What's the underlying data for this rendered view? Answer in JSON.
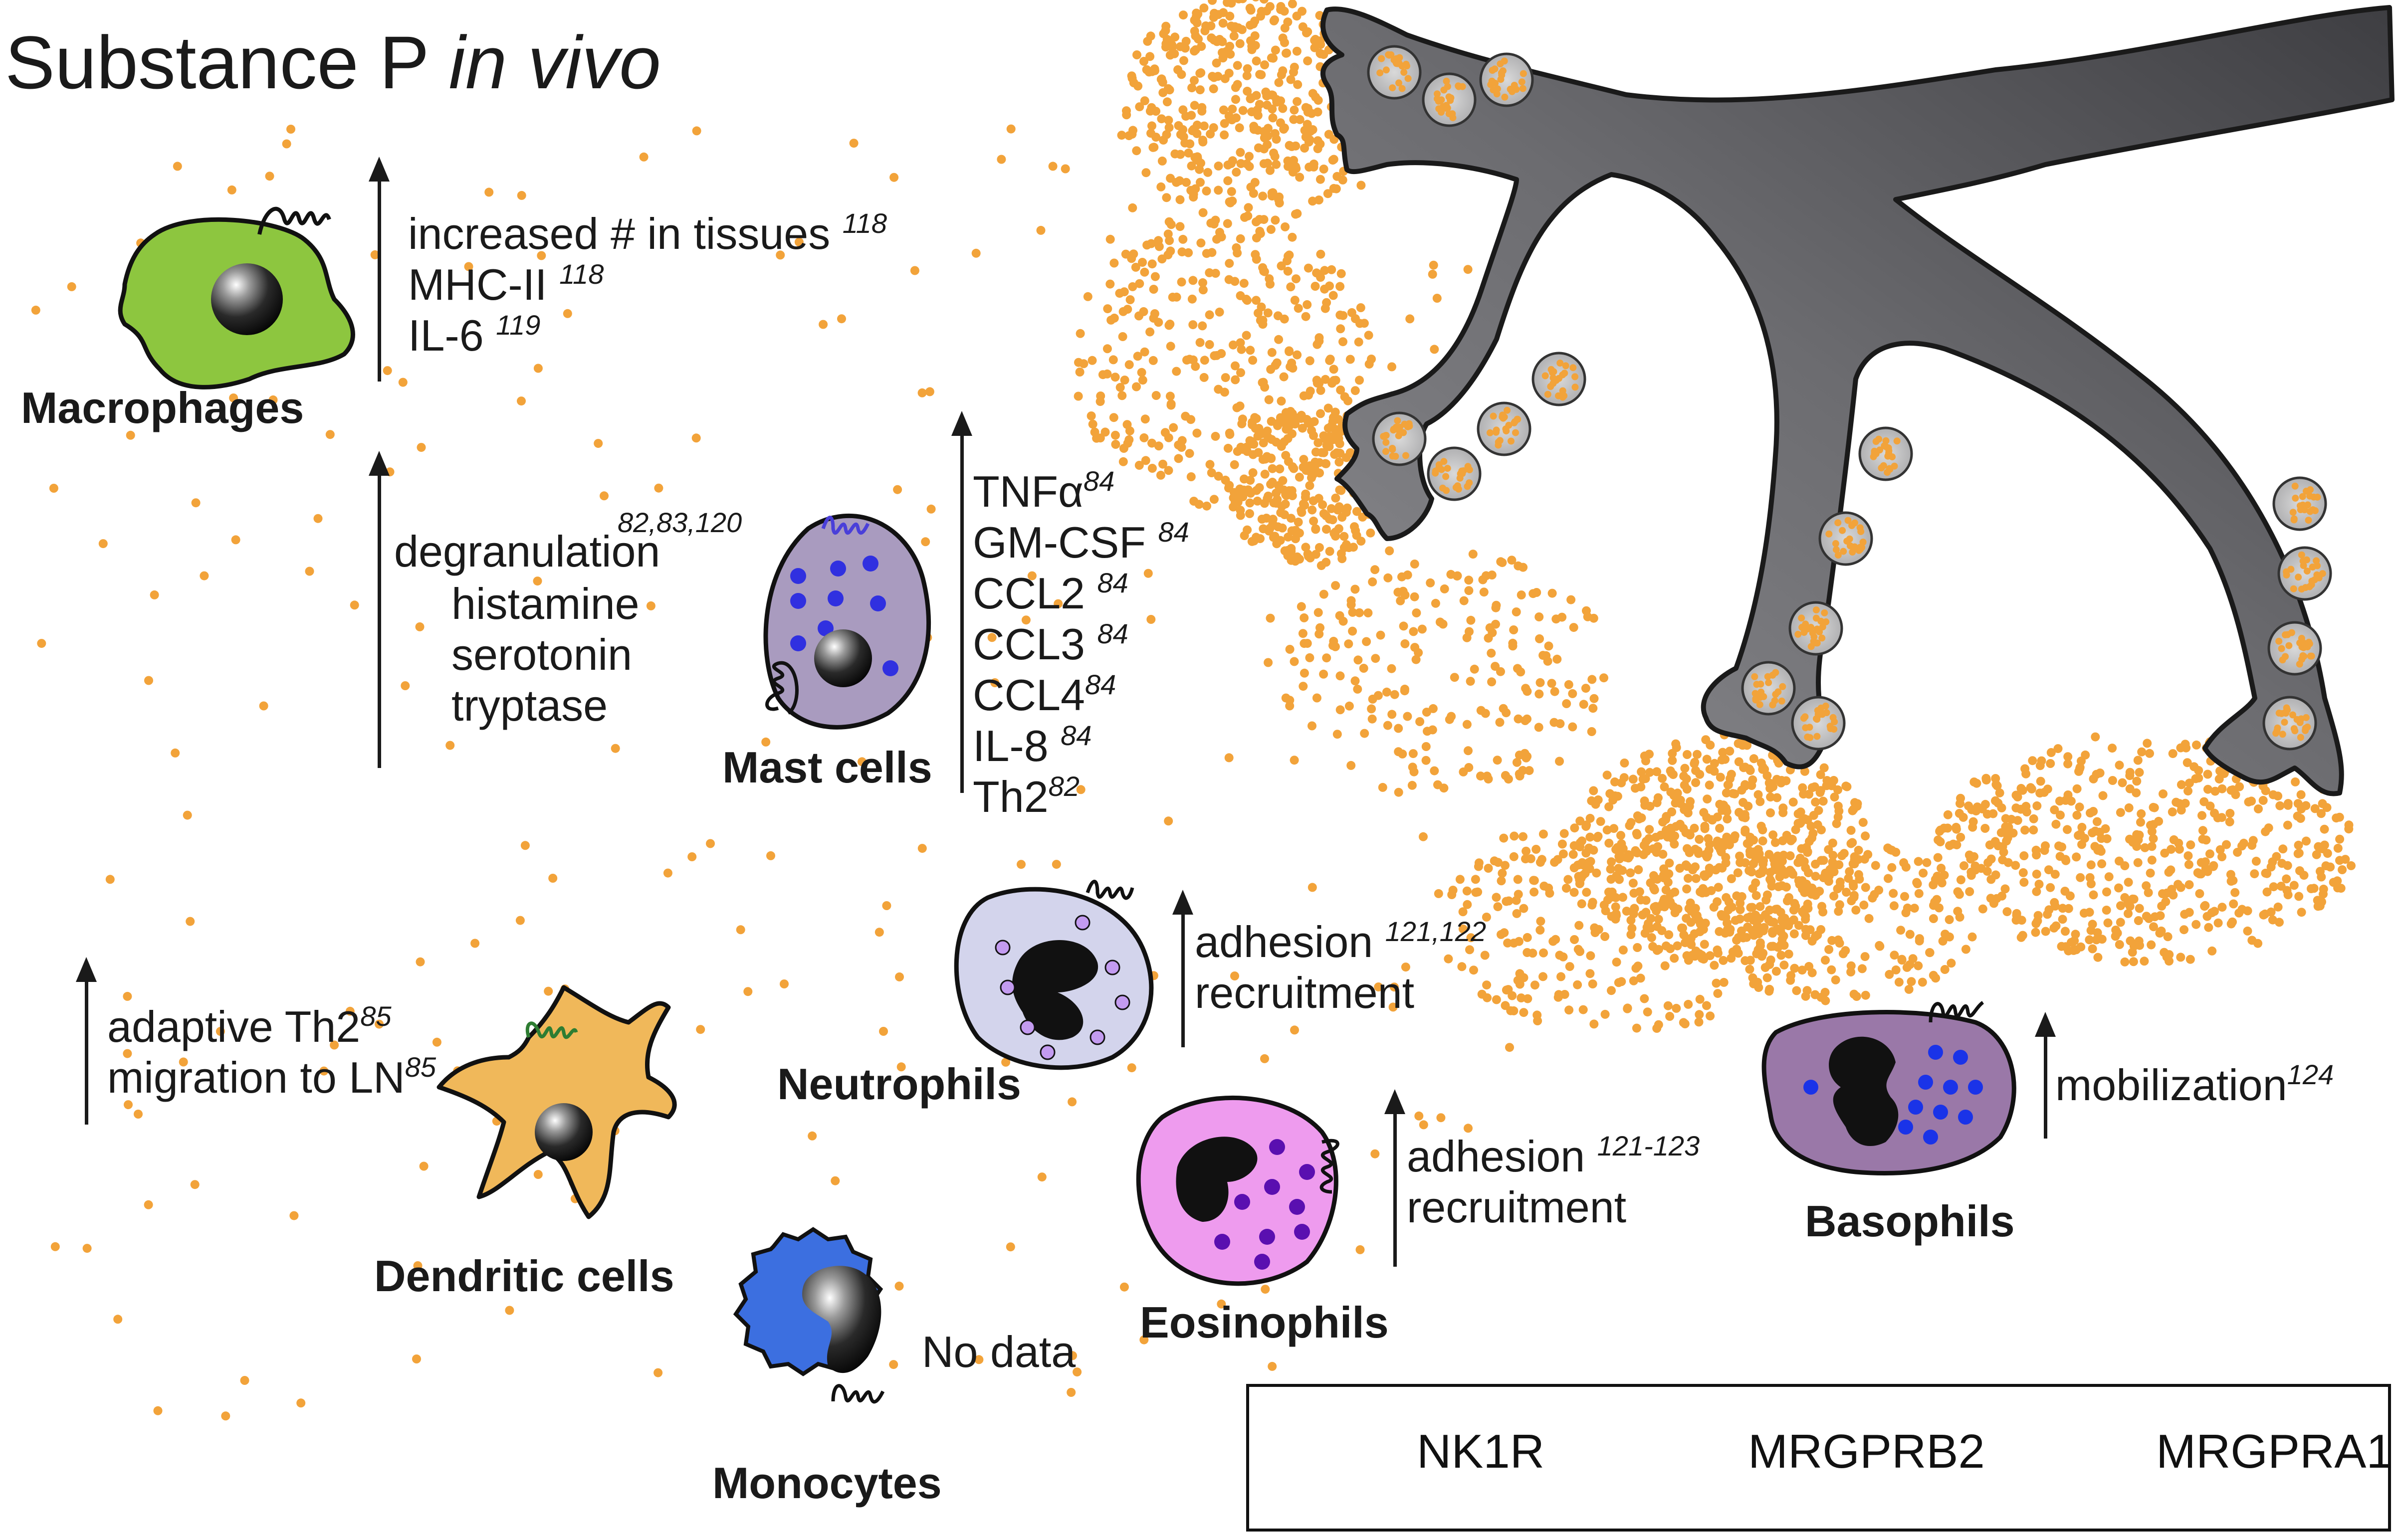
{
  "title": {
    "main": "Substance P",
    "italic": "in vivo"
  },
  "cells": {
    "macrophages": {
      "name": "Macrophages",
      "effects": [
        {
          "text": "increased # in tissues",
          "ref": "118"
        },
        {
          "text": "MHC-II",
          "ref": "118"
        },
        {
          "text": "IL-6",
          "ref": "119"
        }
      ],
      "degranulation": {
        "text": "degranulation",
        "ref": "82,83,120",
        "items": [
          "histamine",
          "serotonin",
          "tryptase"
        ]
      }
    },
    "mast_cells": {
      "name": "Mast cells",
      "effects": [
        {
          "text": "TNFα",
          "ref": "84"
        },
        {
          "text": "GM-CSF",
          "ref": "84"
        },
        {
          "text": "CCL2",
          "ref": "84"
        },
        {
          "text": "CCL3",
          "ref": "84"
        },
        {
          "text": "CCL4",
          "ref": "84"
        },
        {
          "text": "IL-8",
          "ref": "84"
        },
        {
          "text": "Th2",
          "ref": "82"
        }
      ]
    },
    "neutrophils": {
      "name": "Neutrophils",
      "effects": [
        {
          "text": "adhesion",
          "ref": "121,122"
        },
        {
          "text": "recruitment",
          "ref": ""
        }
      ]
    },
    "dendritic_cells": {
      "name": "Dendritic cells",
      "effects": [
        {
          "text": "adaptive Th2",
          "ref": "85"
        },
        {
          "text": "migration to LN",
          "ref": "85"
        }
      ]
    },
    "eosinophils": {
      "name": "Eosinophils",
      "effects": [
        {
          "text": "adhesion",
          "ref": "121-123"
        },
        {
          "text": "recruitment",
          "ref": ""
        }
      ]
    },
    "basophils": {
      "name": "Basophils",
      "effects": [
        {
          "text": "mobilization",
          "ref": "124"
        }
      ]
    },
    "monocytes": {
      "name": "Monocytes",
      "note": "No data"
    }
  },
  "legend": {
    "items": [
      "NK1R",
      "MRGPRB2",
      "MRGPRA1"
    ]
  },
  "colors": {
    "substance_p": "#F2A33A",
    "nerve": "#6e6e72",
    "macrophage": "#8DC63F",
    "mast_cell": "#A99BBF",
    "neutrophil": "#D3D4EC",
    "dendritic": "#F0B85A",
    "monocyte": "#3C6FE0",
    "eosinophil": "#EE9BEE",
    "basophil": "#9A78A8",
    "nk1r": "#111111",
    "mrgprb2": "#4A3FD9",
    "mrgpra1": "#2E7D32"
  }
}
